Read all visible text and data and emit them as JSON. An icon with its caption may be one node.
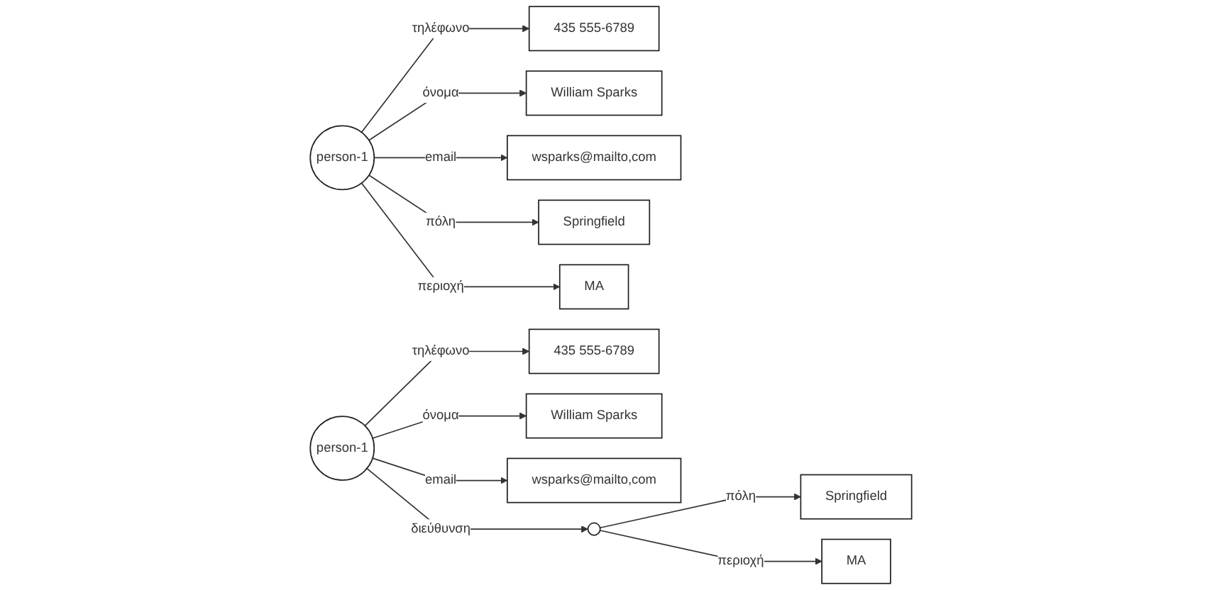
{
  "diagram": {
    "nodes": [
      {
        "text": [
          "person-1"
        ]
      },
      {
        "text": [
          "435 555-6789"
        ]
      },
      {
        "text": [
          "William Sparks"
        ]
      },
      {
        "text": [
          "wsparks@mailto,com"
        ]
      },
      {
        "text": [
          "Springfield"
        ]
      },
      {
        "text": [
          "MA"
        ]
      },
      {
        "text": [
          "person-1"
        ]
      },
      {
        "text": [
          "435 555-6789"
        ]
      },
      {
        "text": [
          "William Sparks"
        ]
      },
      {
        "text": [
          "wsparks@mailto,com"
        ]
      },
      {
        "text": [],
        "shape": "circle"
      },
      {
        "text": [
          "Springfield"
        ]
      },
      {
        "text": [
          "MA"
        ]
      }
    ],
    "edges": [
      {
        "from": 0,
        "to": 1,
        "arrow": "to",
        "label": "τηλέφωνο"
      },
      {
        "from": 0,
        "to": 2,
        "arrow": "to",
        "label": "όνομα"
      },
      {
        "from": 0,
        "to": 3,
        "arrow": "to",
        "label": "email"
      },
      {
        "from": 0,
        "to": 4,
        "arrow": "to",
        "label": "πόλη"
      },
      {
        "from": 0,
        "to": 5,
        "arrow": "to",
        "label": "περιοχή"
      },
      {
        "from": 6,
        "to": 7,
        "arrow": "to",
        "label": "τηλέφωνο"
      },
      {
        "from": 6,
        "to": 8,
        "arrow": "to",
        "label": "όνομα"
      },
      {
        "from": 6,
        "to": 9,
        "arrow": "to",
        "label": "email"
      },
      {
        "from": 6,
        "to": 10,
        "arrow": "to",
        "label": "διεύθυνση"
      },
      {
        "from": 10,
        "to": 11,
        "arrow": "to",
        "label": "πόλη"
      },
      {
        "from": 10,
        "to": 12,
        "arrow": "to",
        "label": "περιοχή"
      }
    ]
  }
}
